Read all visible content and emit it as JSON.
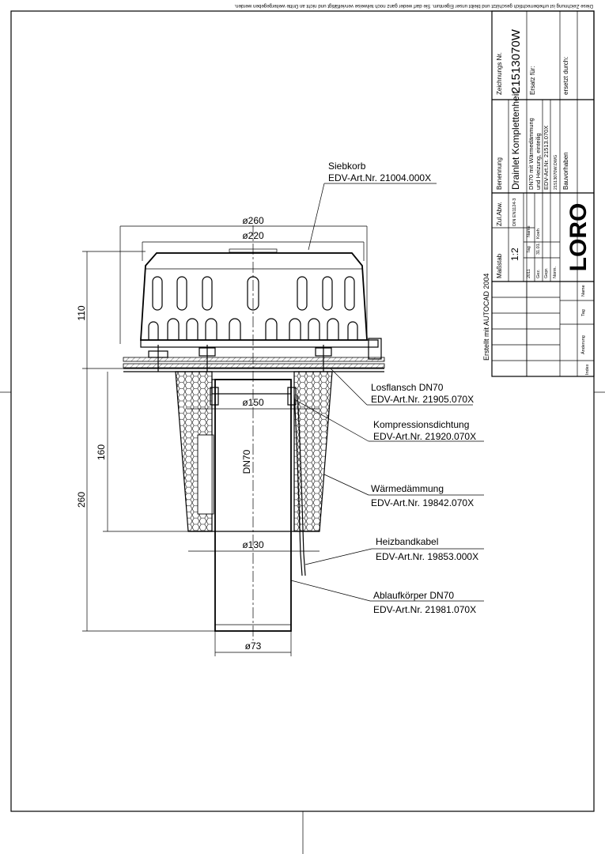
{
  "notice": "Diese Zeichnung ist urheberrechtlich geschützt und bleibt unser Eigentum. Sie darf weder ganz noch teilweise vervielfältigt und nicht an Dritte weitergegeben werden.",
  "created_with": "Erstellt mit AUTOCAD 2004",
  "title_block": {
    "zeichnungs_nr_label": "Zeichnungs Nr.",
    "zeichnungs_nr": "21513070W",
    "ersatz_fuer_label": "Ersatz für:",
    "ersetzt_durch_label": "ersetzt durch:",
    "benennung_label": "Benennung",
    "benennung": "Drainlet Komplettenheit",
    "desc_line1": "DN70 mit Wärmedämmung",
    "desc_line2": "und Heizung, einteilig",
    "desc_line3": "EDV-Art.Nr. 21513.070X",
    "dwg_file": "21513070W.DWG",
    "bauvorhaben_label": "Bauvorhaben",
    "zul_abw_label": "Zul.Abw.",
    "zul_abw_value": "DIN EN1124-3",
    "massstab_label": "Maßstab",
    "massstab_value": "1:2",
    "year": "2011",
    "tag_label": "Tag",
    "name_label": "Name",
    "gez_label": "Gez.",
    "gez_tag": "31.01.",
    "gez_name": "Koeh",
    "gepr_label": "Gepr.",
    "norm_label": "Norm.",
    "logo": "LORO",
    "index_label": "Index",
    "aenderung_label": "Änderung",
    "tag_col_label": "Tag",
    "name_col_label": "Name"
  },
  "dimensions": {
    "d260": "ø260",
    "d220": "ø220",
    "d150": "ø150",
    "d130": "ø130",
    "d73": "ø73",
    "h110": "110",
    "h160": "160",
    "h260": "260",
    "dn70": "DN70"
  },
  "callouts": [
    {
      "name": "Siebkorb",
      "art": "EDV-Art.Nr. 21004.000X"
    },
    {
      "name": "Losflansch DN70",
      "art": "EDV-Art.Nr. 21905.070X"
    },
    {
      "name": "Kompressionsdichtung",
      "art": "EDV-Art.Nr. 21920.070X"
    },
    {
      "name": "Wärmedämmung",
      "art": "EDV-Art.Nr. 19842.070X"
    },
    {
      "name": "Heizbandkabel",
      "art": "EDV-Art.Nr. 19853.000X"
    },
    {
      "name": "Ablaufkörper DN70",
      "art": "EDV-Art.Nr. 21981.070X"
    }
  ]
}
